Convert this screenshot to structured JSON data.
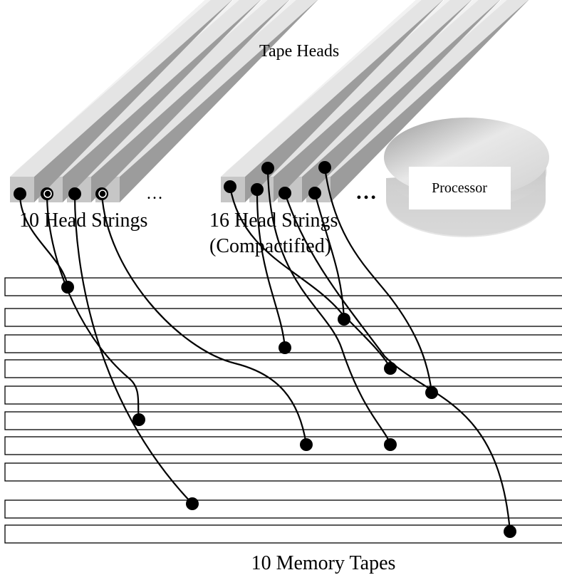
{
  "labels": {
    "tape_heads": "Tape Heads",
    "head_strings_10": "10 Head Strings",
    "head_strings_16_line1": "16 Head Strings",
    "head_strings_16_line2": "(Compactified)",
    "memory_tapes": "10 Memory Tapes",
    "processor": "Processor",
    "ellipsis_left": "…",
    "ellipsis_right": "…"
  },
  "colors": {
    "prism_top": "#e4e4e4",
    "prism_side": "#9c9c9c",
    "prism_front": "#c6c6c6",
    "dot": "#000000",
    "processor_disk": "#d0d0d0"
  }
}
